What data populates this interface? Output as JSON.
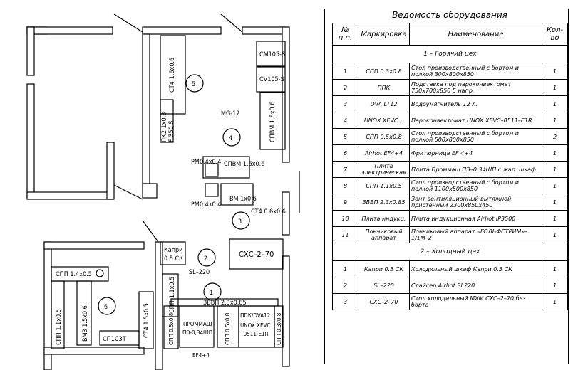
{
  "table": {
    "title": "Ведомость оборудования",
    "headers": {
      "num": "№ п.п.",
      "mark": "Маркировка",
      "name": "Наименование",
      "qty": "Кол-во"
    },
    "sections": [
      {
        "title": "1 – Горячий цех",
        "rows": [
          {
            "num": "1",
            "mark": "СПП 0.3х0.8",
            "name": "Стол производственный с бортом и полкой 300х800х850",
            "qty": "1"
          },
          {
            "num": "2",
            "mark": "ППК",
            "name": "Подставка под пароконвектомат 750х700х850 5 напр.",
            "qty": "1"
          },
          {
            "num": "3",
            "mark": "DVA LT12",
            "name": "Водоумягчитель 12 л.",
            "qty": "1"
          },
          {
            "num": "4",
            "mark": "UNOX XEVC...",
            "name": "Пароконвектомат UNOX XEVC–0511–E1R",
            "qty": "1"
          },
          {
            "num": "5",
            "mark": "СПП 0.5х0.8",
            "name": "Стол производственный с бортом и полкой 500х800х850",
            "qty": "2"
          },
          {
            "num": "6",
            "mark": "Airhot EF4+4",
            "name": "Фритюрница EF 4+4",
            "qty": "1"
          },
          {
            "num": "7",
            "mark": "Плита электрическая",
            "name": "Плита Проммаш ПЭ–0.34ШП с жар. шкаф.",
            "qty": "1"
          },
          {
            "num": "8",
            "mark": "СПП 1.1х0.5",
            "name": "Стол производственный с бортом и полкой 1100х500х850",
            "qty": "1"
          },
          {
            "num": "9",
            "mark": "ЗВВП 2.3х0.85",
            "name": "Зонт вентиляционный вытяжной пристенный 2300х850х450",
            "qty": "1"
          },
          {
            "num": "10",
            "mark": "Плита индукц.",
            "name": "Плита индукционная Airhot IP3500",
            "qty": "1"
          },
          {
            "num": "11",
            "mark": "Пончиковый аппарат",
            "name": "Пончиковый аппарат «ГОЛЬФСТРИМ»–1/1М–2",
            "qty": "1"
          }
        ]
      },
      {
        "title": "2 – Холодный цех",
        "rows": [
          {
            "num": "1",
            "mark": "Капри 0.5 СК",
            "name": "Холодильный шкаф Капри 0.5 СК",
            "qty": "1"
          },
          {
            "num": "2",
            "mark": "SL–220",
            "name": "Слайсер Airhot SL220",
            "qty": "1"
          },
          {
            "num": "3",
            "mark": "СХС–2–70",
            "name": "Стол холодильный МХМ СХС–2–70 без борта",
            "qty": "1"
          }
        ]
      }
    ]
  },
  "plan": {
    "labels": {
      "cm105": "CM105-S",
      "cv105": "CV105-S",
      "ct4_16": "СТ4-1.6х0.6",
      "room5": "5",
      "pk2": "ПК2.1х0.3",
      "f350": "F 350 S",
      "mg12": "MG-12",
      "room4": "4",
      "spvm_15": "СПВМ 1.5х0.6",
      "pm04a": "РМ0.4х0.4",
      "spvm_16": "СПВМ 1.6х0.6",
      "pm04b": "РМ0.4х0.4",
      "vm1": "ВМ 1х0.6",
      "ct4_06": "СТ4 0.6х0.6",
      "room3": "3",
      "kapri": "Капри",
      "kapri2": "0.5 СК",
      "room2": "2",
      "cxc": "СХС–2–70",
      "sl220": "SL–220",
      "spp14": "СПП 1.4х0.5",
      "spp1105": "СПП-1.1х0.5",
      "room1": "1",
      "zvvp": "ЗВВП 2.3х0.85",
      "spp11b": "СПП 1.1х0.5",
      "vm15": "ВМ3 1.5х0.6",
      "room6": "6",
      "ct415": "СТ4 1.5х0.5",
      "spp05": "СПП 0.5х0.8",
      "prommash": "ПРОММАШ",
      "pe034": "ПЭ-0,34ШП",
      "spp05b": "СПП 0.5х0.8",
      "ppk": "ППК/DVA12",
      "unox": "UNOX XEVC",
      "unox2": "-0511-E1R",
      "spp03": "СПП 0.3х0.8",
      "spp1c": "СП1С3Т",
      "ef44": "EF4+4"
    }
  }
}
